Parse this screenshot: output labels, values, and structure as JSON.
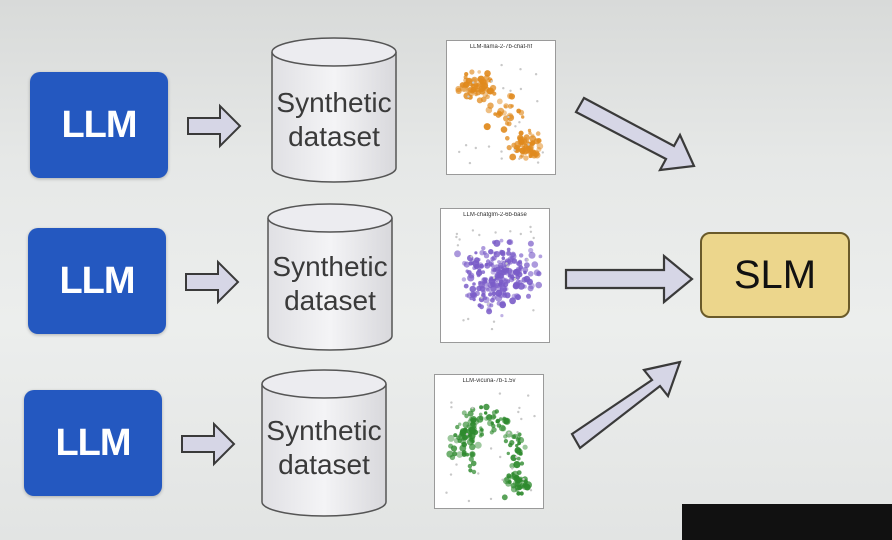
{
  "rows": [
    {
      "source_label": "LLM",
      "dataset_label": [
        "Synthetic",
        "dataset"
      ],
      "plot_title": "LLM-llama-2-7b-chat-hf",
      "color": "#e08a1e",
      "dot_shape": "two-clusters"
    },
    {
      "source_label": "LLM",
      "dataset_label": [
        "Synthetic",
        "dataset"
      ],
      "plot_title": "LLM-chatglm-2-6b-base",
      "color": "#7a5cc8",
      "dot_shape": "dense-blob"
    },
    {
      "source_label": "LLM",
      "dataset_label": [
        "Synthetic",
        "dataset"
      ],
      "plot_title": "LLM-vicuna-7b-1.5v",
      "color": "#2e8a2e",
      "dot_shape": "ring"
    }
  ],
  "target_label": "SLM",
  "colors": {
    "llm_box": "#2458c0",
    "slm_box": "#ecd68c",
    "arrow_fill": "#d6d6e6",
    "arrow_stroke": "#3a3a3a"
  }
}
